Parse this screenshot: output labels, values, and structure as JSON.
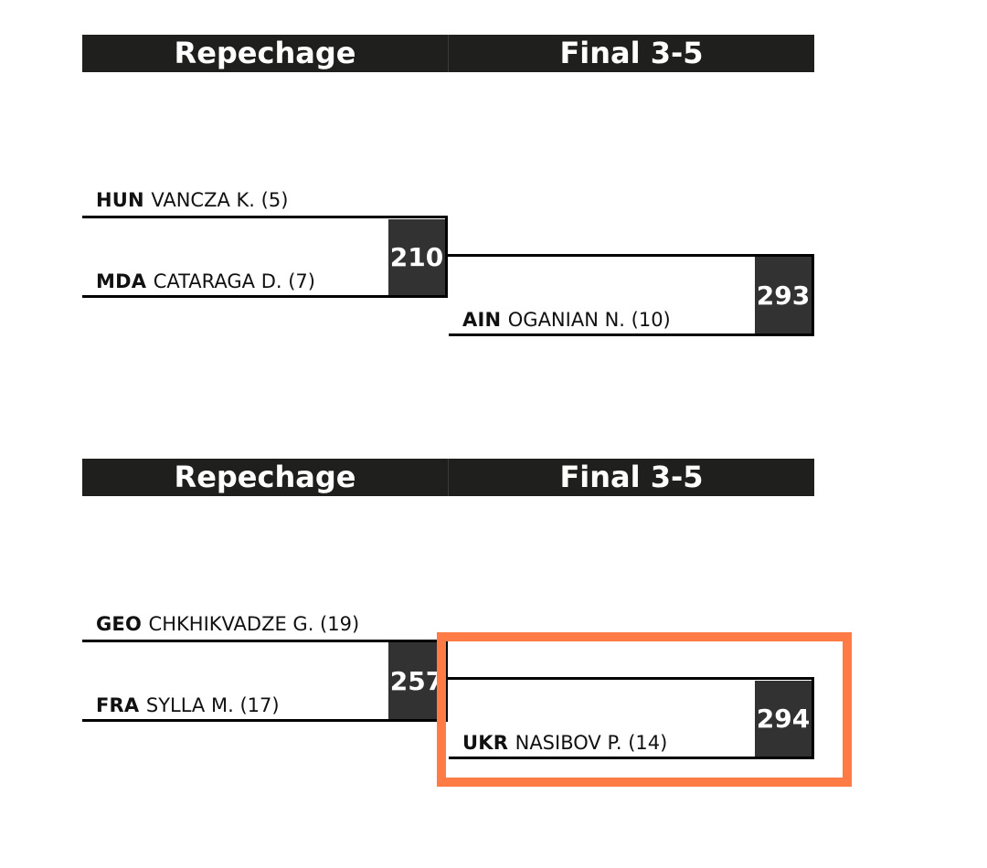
{
  "brackets": [
    {
      "headers": {
        "left": "Repechage",
        "right": "Final 3-5"
      },
      "repechage": {
        "top": {
          "country": "HUN",
          "name": "VANCZA K. (5)"
        },
        "bottom": {
          "country": "MDA",
          "name": "CATARAGA D. (7)"
        },
        "match_number": "210"
      },
      "final": {
        "top": {
          "country": "",
          "name": ""
        },
        "bottom": {
          "country": "AIN",
          "name": "OGANIAN N. (10)"
        },
        "match_number": "293"
      }
    },
    {
      "headers": {
        "left": "Repechage",
        "right": "Final 3-5"
      },
      "repechage": {
        "top": {
          "country": "GEO",
          "name": "CHKHIKVADZE G. (19)"
        },
        "bottom": {
          "country": "FRA",
          "name": "SYLLA M. (17)"
        },
        "match_number": "257"
      },
      "final": {
        "top": {
          "country": "",
          "name": ""
        },
        "bottom": {
          "country": "UKR",
          "name": "NASIBOV P. (14)"
        },
        "match_number": "294"
      }
    }
  ],
  "colors": {
    "header_bg": "#1f201e",
    "match_box": "#323232",
    "highlight": "#ff7b45"
  }
}
